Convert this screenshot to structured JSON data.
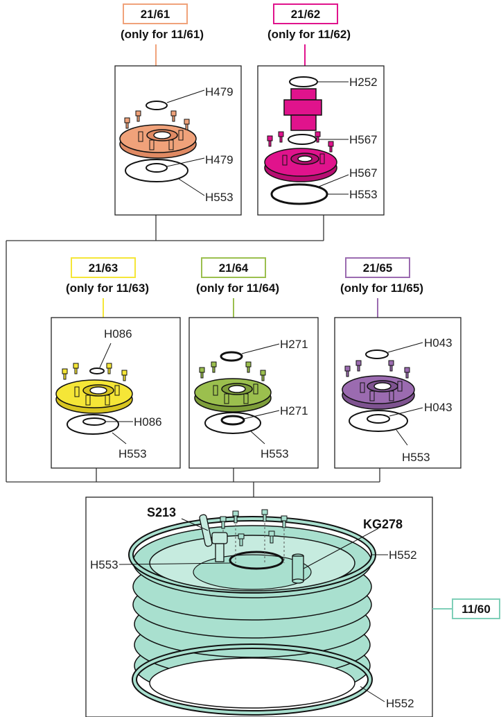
{
  "colors": {
    "orange": "#F0A27A",
    "magenta": "#E0138C",
    "yellow": "#F5E637",
    "green": "#9BBF4E",
    "purple": "#9B6BB0",
    "teal": "#A9E0CF",
    "teal_border": "#7FCFB8"
  },
  "flange_kits": [
    {
      "code": "21/61",
      "note": "(only for 11/61)",
      "color": "orange",
      "parts": {
        "top_ring": "H479",
        "lower_ring": "H479",
        "seal": "H553"
      }
    },
    {
      "code": "21/62",
      "note": "(only for 11/62)",
      "color": "magenta",
      "parts": {
        "nipple_ring": "H252",
        "top_ring": "H567",
        "lower_ring": "H567",
        "seal": "H553"
      }
    },
    {
      "code": "21/63",
      "note": "(only for 11/63)",
      "color": "yellow",
      "parts": {
        "top_ring": "H086",
        "lower_ring": "H086",
        "seal": "H553"
      }
    },
    {
      "code": "21/64",
      "note": "(only for 11/64)",
      "color": "green",
      "parts": {
        "top_ring": "H271",
        "lower_ring": "H271",
        "seal": "H553"
      }
    },
    {
      "code": "21/65",
      "note": "(only for 11/65)",
      "color": "purple",
      "parts": {
        "top_ring": "H043",
        "lower_ring": "H043",
        "seal": "H553"
      }
    }
  ],
  "main_assembly": {
    "code": "11/60",
    "valve": "S213",
    "kit": "KG278",
    "center_seal": "H553",
    "top_gasket": "H552",
    "bottom_gasket": "H552"
  }
}
